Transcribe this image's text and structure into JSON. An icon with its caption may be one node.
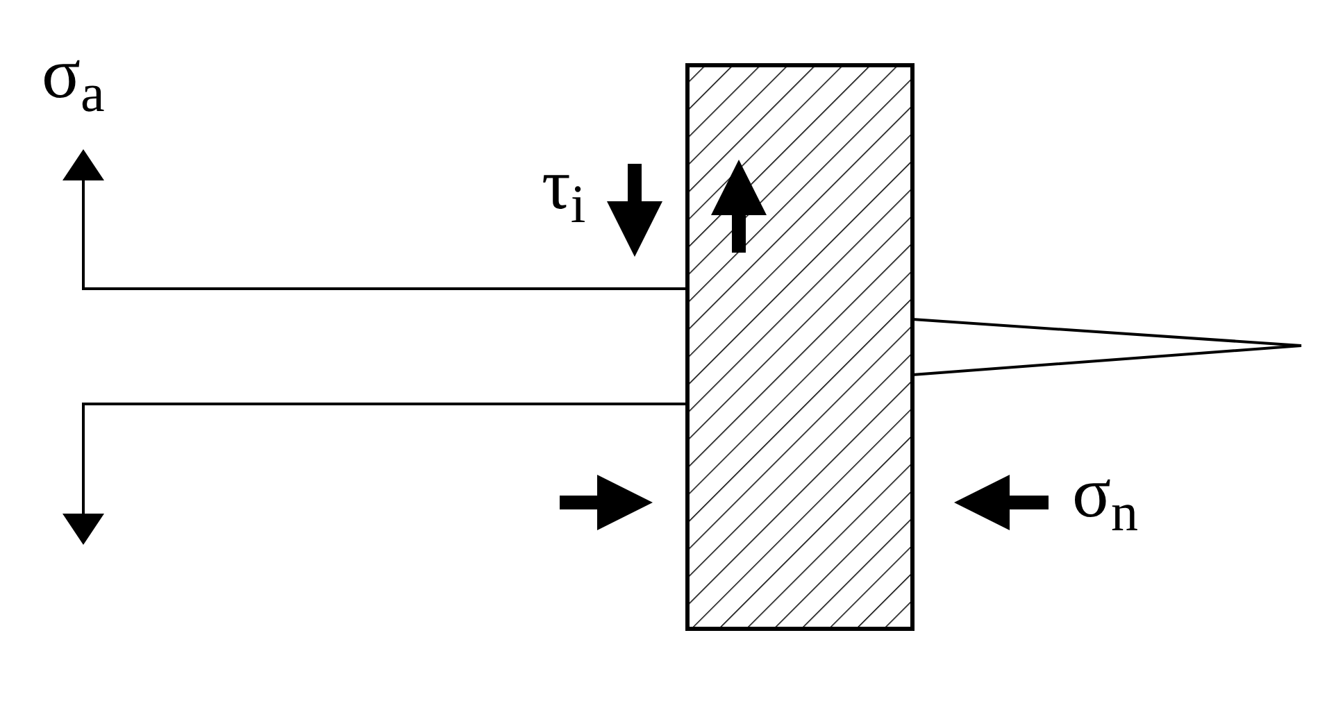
{
  "diagram": {
    "labels": [
      "σ$_{a}$",
      "τ$_{i}$",
      "σ$_{n}$"
    ]
  }
}
